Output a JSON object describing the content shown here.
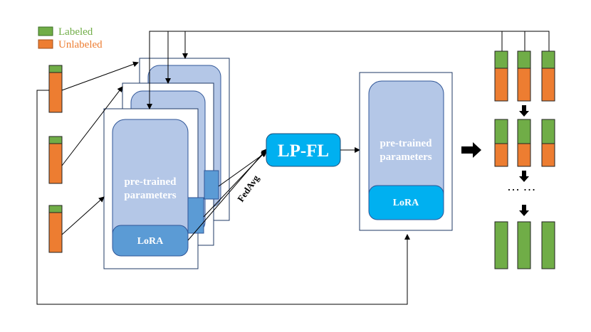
{
  "legend": {
    "labeled": "Labeled",
    "unlabeled": "Unlabeled"
  },
  "client_model": {
    "pretrained_line1": "pre-trained",
    "pretrained_line2": "parameters",
    "lora": "LoRA"
  },
  "aggregation": {
    "fedavg": "FedAvg",
    "lpfl": "LP-FL"
  },
  "global_model": {
    "pretrained_line1": "pre-trained",
    "pretrained_line2": "parameters",
    "lora": "LoRA"
  },
  "ellipsis": "…   …",
  "colors": {
    "labeled": "#70ad47",
    "unlabeled": "#ed7d31",
    "pretrained": "#b4c7e7",
    "lora_client": "#5b9bd5",
    "lora_global": "#00b0f0",
    "lpfl": "#00b0f0",
    "frame": "#1f3864",
    "line": "#000000"
  }
}
